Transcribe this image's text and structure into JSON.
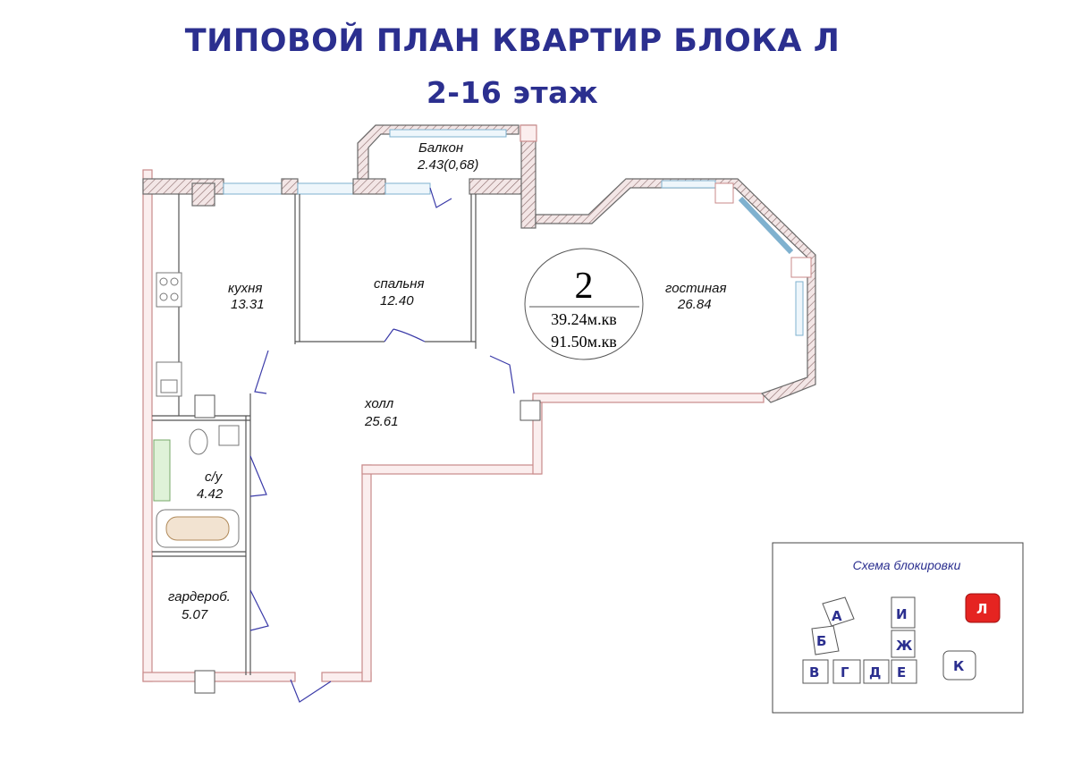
{
  "title": "ТИПОВОЙ ПЛАН КВАРТИР БЛОКА Л",
  "subtitle": "2-16 этаж",
  "apartment": {
    "number": "2",
    "living_area": "39.24м.кв",
    "total_area": "91.50м.кв"
  },
  "rooms": [
    {
      "name": "Балкон",
      "area": "2.43(0,68)"
    },
    {
      "name": "кухня",
      "area": "13.31"
    },
    {
      "name": "спальня",
      "area": "12.40"
    },
    {
      "name": "гостиная",
      "area": "26.84"
    },
    {
      "name": "холл",
      "area": "25.61"
    },
    {
      "name": "с/у",
      "area": "4.42"
    },
    {
      "name": "гардероб.",
      "area": "5.07"
    }
  ],
  "scheme": {
    "title": "Схема блокировки",
    "blocks": [
      "А",
      "Б",
      "В",
      "Г",
      "Д",
      "Е",
      "Ж",
      "И",
      "К",
      "Л"
    ],
    "highlighted": "Л",
    "highlight_color": "#e52421"
  },
  "colors": {
    "title": "#2b2f8f",
    "walls": "#c98a8a",
    "windows": "#7fb1cf"
  }
}
